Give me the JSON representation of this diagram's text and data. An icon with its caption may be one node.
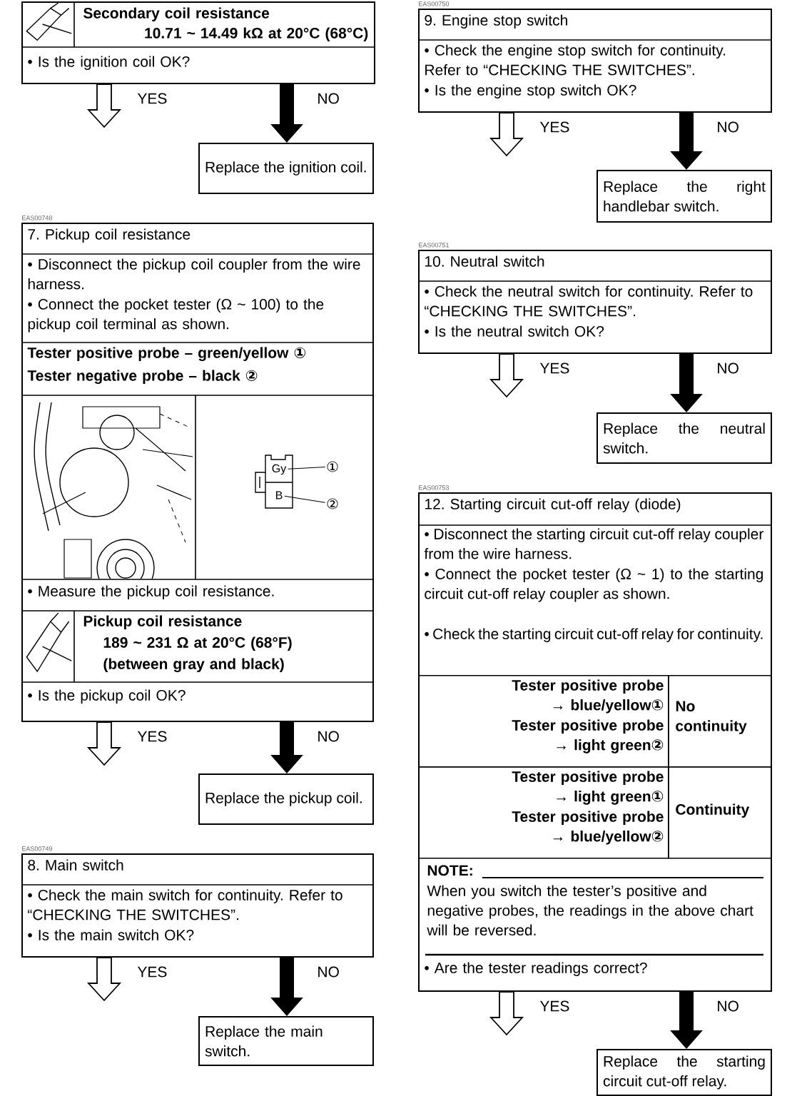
{
  "diagram": {
    "nodes": [
      {
        "text": [
          "Secondary coil resistance",
          "10.71 ~ 14.49 kΩ at 20°C (68°C)",
          "• Is the ignition coil OK?"
        ]
      },
      {
        "text": [
          "Replace the ignition coil."
        ]
      },
      {
        "text": [
          "7. Pickup coil resistance",
          "• Disconnect the pickup coil coupler from the wire harness.",
          "• Connect the pocket tester (Ω ~ 100) to the pickup coil terminal as shown.",
          "Tester positive probe – green/yellow ①",
          "Tester negative probe – black ②",
          "• Measure the pickup coil resistance.",
          "Pickup coil resistance",
          "189 ~ 231 Ω at 20°C (68°F)",
          "(between gray and black)",
          "• Is the pickup coil OK?"
        ],
        "beside": [
          "EAS00748"
        ]
      },
      {
        "text": [
          "Gy"
        ],
        "in": 2
      },
      {
        "text": [
          "B"
        ],
        "in": 2
      },
      {
        "text": [
          "①"
        ],
        "in": 2
      },
      {
        "text": [
          "②"
        ],
        "in": 2
      },
      {
        "text": [
          "Replace the pickup coil."
        ]
      },
      {
        "text": [
          "8. Main switch",
          "• Check the main switch for continuity. Refer to “CHECKING THE SWITCHES”.",
          "• Is the main switch OK?"
        ],
        "beside": [
          "EAS00749"
        ]
      },
      {
        "text": [
          "Replace the main switch."
        ]
      },
      {
        "text": [
          "9. Engine stop switch",
          "• Check the engine stop switch for continuity. Refer to “CHECKING THE SWITCHES”.",
          "• Is the engine stop switch OK?"
        ],
        "beside": [
          "EAS00750"
        ]
      },
      {
        "text": [
          "Replace the right handlebar switch."
        ]
      },
      {
        "text": [
          "10. Neutral switch",
          "• Check the neutral switch for continuity. Refer to “CHECKING THE SWITCHES”.",
          "• Is the neutral switch OK?"
        ],
        "beside": [
          "EAS00751"
        ]
      },
      {
        "text": [
          "Replace the neutral switch."
        ]
      },
      {
        "text": [
          "12. Starting circuit cut-off relay (diode)",
          "• Disconnect the starting circuit cut-off relay coupler from the wire harness.",
          "• Connect the pocket tester (Ω ~ 1) to the starting circuit cut-off relay coupler as shown.",
          "• Check the starting circuit cut-off relay for continuity.",
          "NOTE:",
          "When you switch the tester’s positive and negative probes, the readings in the above chart will be reversed.",
          "• Are the tester readings correct?"
        ],
        "beside": [
          "EAS00753"
        ]
      },
      {
        "text": [
          "Tester positive probe → blue/yellow①",
          "Tester positive probe → light green②"
        ],
        "in": 14
      },
      {
        "text": [
          "No continuity"
        ],
        "in": 14
      },
      {
        "text": [
          "Tester positive probe → light green①",
          "Tester positive probe → blue/yellow②"
        ],
        "in": 14
      },
      {
        "text": [
          "Continuity"
        ],
        "in": 14
      },
      {
        "text": [
          "Replace the starting circuit cut-off relay."
        ]
      }
    ],
    "edges": [
      {
        "from": 0,
        "to": null,
        "arrow": "to",
        "label": "YES"
      },
      {
        "from": 0,
        "to": 1,
        "arrow": "to",
        "label": "NO"
      },
      {
        "from": 5,
        "to": 3,
        "arrow": "none"
      },
      {
        "from": 6,
        "to": 4,
        "arrow": "none"
      },
      {
        "from": 2,
        "to": null,
        "arrow": "to",
        "label": "YES"
      },
      {
        "from": 2,
        "to": 7,
        "arrow": "to",
        "label": "NO"
      },
      {
        "from": 8,
        "to": null,
        "arrow": "to",
        "label": "YES"
      },
      {
        "from": 8,
        "to": 9,
        "arrow": "to",
        "label": "NO"
      },
      {
        "from": 10,
        "to": null,
        "arrow": "to",
        "label": "YES"
      },
      {
        "from": 10,
        "to": 11,
        "arrow": "to",
        "label": "NO"
      },
      {
        "from": 12,
        "to": null,
        "arrow": "to",
        "label": "YES"
      },
      {
        "from": 12,
        "to": 13,
        "arrow": "to",
        "label": "NO"
      },
      {
        "from": 14,
        "to": null,
        "arrow": "to",
        "label": "YES"
      },
      {
        "from": 14,
        "to": 19,
        "arrow": "to",
        "label": "NO"
      }
    ]
  }
}
